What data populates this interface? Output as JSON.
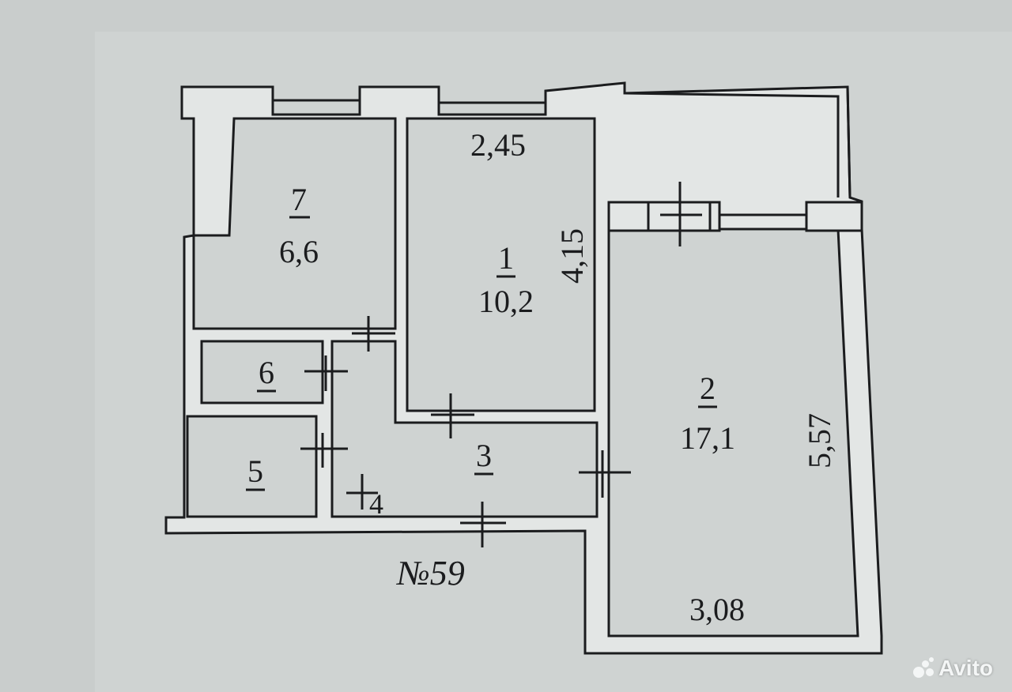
{
  "plan": {
    "number": "№59",
    "rooms": [
      {
        "id": "room-7",
        "number": "7",
        "area": "6,6"
      },
      {
        "id": "room-1",
        "number": "1",
        "area": "10,2"
      },
      {
        "id": "room-2",
        "number": "2",
        "area": "17,1"
      },
      {
        "id": "room-3",
        "number": "3"
      },
      {
        "id": "room-4",
        "number": "4"
      },
      {
        "id": "room-5",
        "number": "5"
      },
      {
        "id": "room-6",
        "number": "6"
      }
    ],
    "dimensions": {
      "room1_width": "2,45",
      "room1_length": "4,15",
      "room2_length": "5,57",
      "room2_width": "3,08"
    }
  },
  "watermark": "Avito",
  "colors": {
    "paper": "#c9cdcc",
    "wall_fill": "#e3e6e5",
    "line": "#1b1c1e",
    "watermark": "#f4f6f6"
  }
}
